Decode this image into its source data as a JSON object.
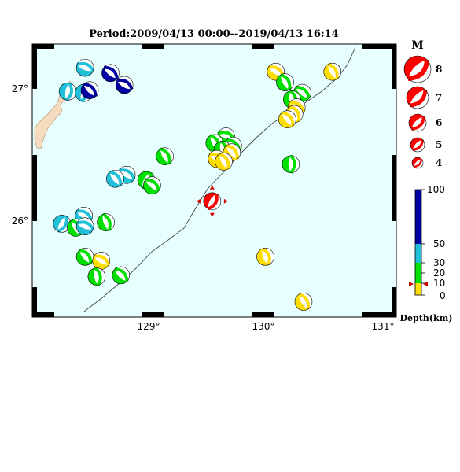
{
  "title": "Period:2009/04/13 00:00--2019/04/13 16:14",
  "colors": {
    "sea": "#e8ffff",
    "land": "#f5dcbe",
    "depth_0_10": "#ffdd00",
    "depth_10_30": "#00e000",
    "depth_30_50": "#20c0d8",
    "depth_50_100": "#0000a0",
    "mainshock": "#ff0000",
    "marker": "#cc0000"
  },
  "axes": {
    "x_ticks": [
      "129°",
      "130°",
      "131°"
    ],
    "y_ticks": [
      "27°",
      "26°"
    ]
  },
  "magnitude_legend": {
    "title": "M",
    "labels": [
      "8",
      "7",
      "6",
      "5",
      "4"
    ]
  },
  "depth_scale": {
    "labels": [
      "100",
      "50",
      "30",
      "20",
      "10",
      "0"
    ],
    "axis_label": "Depth(km)"
  },
  "mechanisms": [
    {
      "lon": 128.45,
      "lat": 27.16,
      "color": "#20c0d8",
      "a": 20
    },
    {
      "lon": 128.67,
      "lat": 27.12,
      "color": "#0000a0",
      "a": 40
    },
    {
      "lon": 128.79,
      "lat": 27.03,
      "color": "#0000a0",
      "a": 30
    },
    {
      "lon": 128.3,
      "lat": 26.98,
      "color": "#20c0d8",
      "a": 100
    },
    {
      "lon": 128.44,
      "lat": 26.97,
      "color": "#20c0d8",
      "a": 110
    },
    {
      "lon": 128.49,
      "lat": 26.99,
      "color": "#0000a0",
      "a": 45
    },
    {
      "lon": 128.44,
      "lat": 26.04,
      "color": "#20c0d8",
      "a": 30
    },
    {
      "lon": 128.25,
      "lat": 25.98,
      "color": "#20c0d8",
      "a": 120
    },
    {
      "lon": 128.37,
      "lat": 25.95,
      "color": "#00e000",
      "a": 60
    },
    {
      "lon": 128.45,
      "lat": 25.96,
      "color": "#20c0d8",
      "a": 20
    },
    {
      "lon": 128.63,
      "lat": 25.99,
      "color": "#00e000",
      "a": 70
    },
    {
      "lon": 128.81,
      "lat": 26.35,
      "color": "#20c0d8",
      "a": 30
    },
    {
      "lon": 128.71,
      "lat": 26.32,
      "color": "#20c0d8",
      "a": 50
    },
    {
      "lon": 128.98,
      "lat": 26.31,
      "color": "#00e000",
      "a": 120
    },
    {
      "lon": 129.03,
      "lat": 26.27,
      "color": "#00e000",
      "a": 40
    },
    {
      "lon": 129.14,
      "lat": 26.49,
      "color": "#00e000",
      "a": 60
    },
    {
      "lon": 128.45,
      "lat": 25.73,
      "color": "#00e000",
      "a": 50
    },
    {
      "lon": 128.59,
      "lat": 25.7,
      "color": "#ffdd00",
      "a": 30
    },
    {
      "lon": 128.55,
      "lat": 25.58,
      "color": "#00e000",
      "a": 80
    },
    {
      "lon": 128.76,
      "lat": 25.59,
      "color": "#00e000",
      "a": 45
    },
    {
      "lon": 129.67,
      "lat": 26.64,
      "color": "#00e000",
      "a": 20
    },
    {
      "lon": 129.57,
      "lat": 26.59,
      "color": "#00e000",
      "a": 60
    },
    {
      "lon": 129.73,
      "lat": 26.57,
      "color": "#00e000",
      "a": 40
    },
    {
      "lon": 129.64,
      "lat": 26.54,
      "color": "#00e000",
      "a": 80
    },
    {
      "lon": 129.72,
      "lat": 26.52,
      "color": "#ffdd00",
      "a": 50
    },
    {
      "lon": 129.59,
      "lat": 26.47,
      "color": "#ffdd00",
      "a": 30
    },
    {
      "lon": 129.65,
      "lat": 26.45,
      "color": "#ffdd00",
      "a": 60
    },
    {
      "lon": 130.1,
      "lat": 27.13,
      "color": "#ffdd00",
      "a": 30
    },
    {
      "lon": 130.18,
      "lat": 27.05,
      "color": "#00e000",
      "a": 60
    },
    {
      "lon": 130.33,
      "lat": 26.97,
      "color": "#00e000",
      "a": 40
    },
    {
      "lon": 130.24,
      "lat": 26.92,
      "color": "#00e000",
      "a": 80
    },
    {
      "lon": 130.28,
      "lat": 26.86,
      "color": "#ffdd00",
      "a": 30
    },
    {
      "lon": 130.26,
      "lat": 26.81,
      "color": "#ffdd00",
      "a": 60
    },
    {
      "lon": 130.2,
      "lat": 26.77,
      "color": "#ffdd00",
      "a": 50
    },
    {
      "lon": 130.59,
      "lat": 27.13,
      "color": "#ffdd00",
      "a": 60
    },
    {
      "lon": 130.23,
      "lat": 26.43,
      "color": "#00e000",
      "a": 90
    },
    {
      "lon": 130.01,
      "lat": 25.73,
      "color": "#ffdd00",
      "a": 70
    },
    {
      "lon": 130.34,
      "lat": 25.39,
      "color": "#ffdd00",
      "a": 60
    }
  ],
  "mainshock": {
    "lon": 129.55,
    "lat": 26.15,
    "color": "#ff0000",
    "a": 120
  }
}
